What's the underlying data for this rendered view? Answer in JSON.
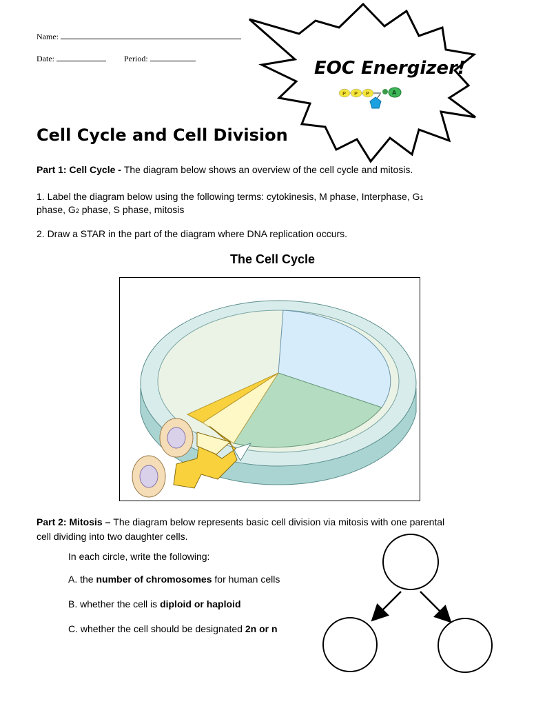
{
  "header": {
    "name_label": "Name:",
    "date_label": "Date:",
    "period_label": "Period:"
  },
  "burst": {
    "title": "EOC Energizer!",
    "atp_labels": [
      "P",
      "P",
      "P",
      "A"
    ]
  },
  "page_title": "Cell Cycle and Cell Division",
  "part1": {
    "heading": "Part 1:  Cell Cycle - ",
    "intro": "The diagram below shows an overview of the cell cycle and mitosis.",
    "q1_a": "1.  Label the diagram below using the following terms:  cytokinesis, M phase, Interphase, G",
    "q1_sub1": "1",
    "q1_b": "phase, G",
    "q1_sub2": "2",
    "q1_c": " phase, S phase, mitosis",
    "q2": "2.  Draw a STAR in the part of the diagram where DNA replication occurs.",
    "diagram_title": "The Cell Cycle"
  },
  "part2": {
    "heading": "Part 2:  Mitosis – ",
    "intro_a": "The diagram below represents basic cell division via mitosis with one parental",
    "intro_b": "cell dividing into two daughter cells.",
    "instruction": "In each circle, write the following:",
    "items": [
      {
        "prefix": "A.  the ",
        "bold": "number of chromosomes",
        "suffix": " for human cells"
      },
      {
        "prefix": "B.  whether the cell is ",
        "bold": "diploid or haploid",
        "suffix": ""
      },
      {
        "prefix": "C.  whether the cell should be designated ",
        "bold": "2n or n",
        "suffix": ""
      }
    ]
  },
  "colors": {
    "ring_light": "#d9ecec",
    "ring_side": "#a9d4d2",
    "interphase": "#eaf3e6",
    "segment_blue": "#d6ecfb",
    "segment_green": "#b4dcc0",
    "arrow_yellow": "#f8d13d",
    "arrow_pale": "#fdf8c6",
    "cell_tan": "#f4ddb7",
    "nucleus": "#d9d0ea"
  }
}
